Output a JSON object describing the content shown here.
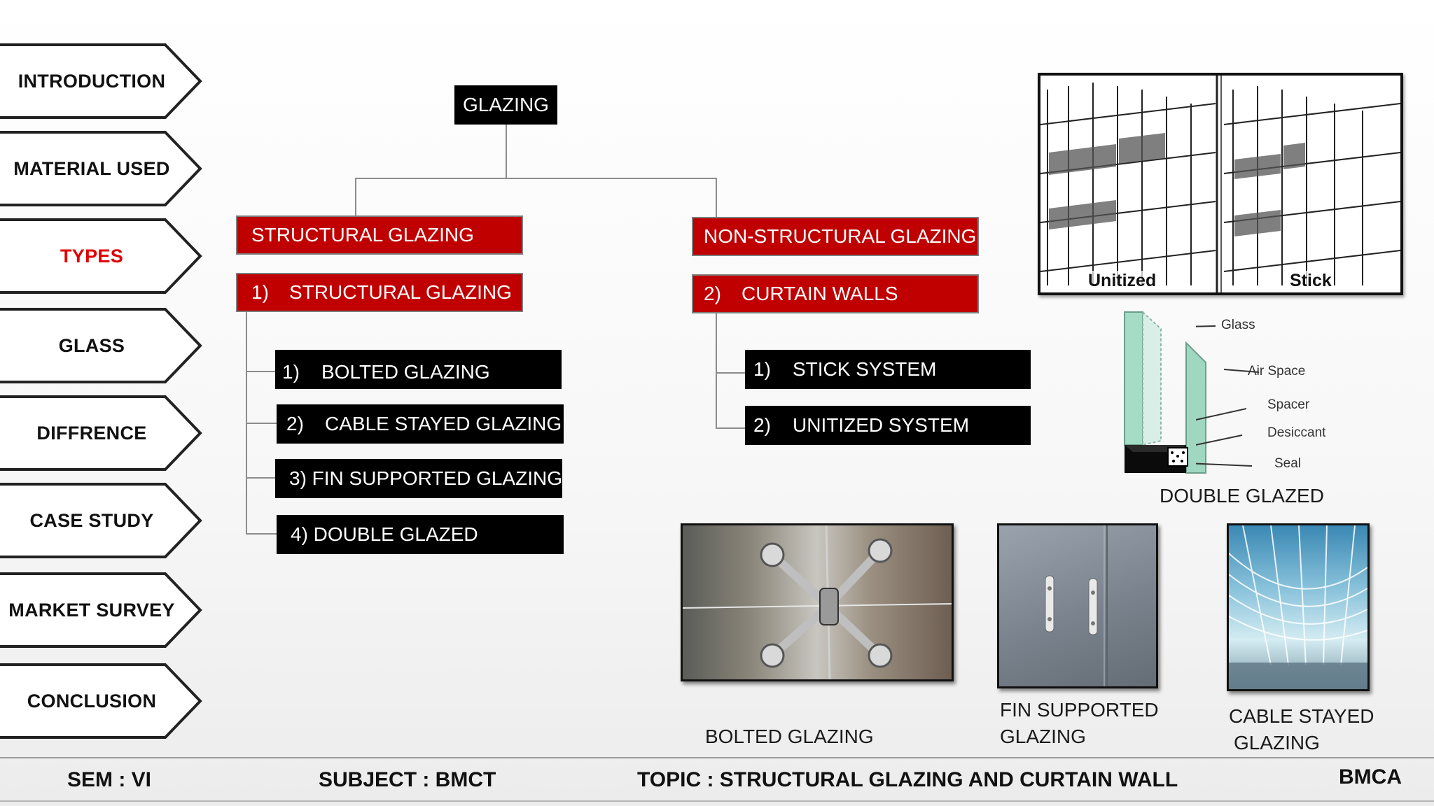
{
  "sidebar": {
    "items": [
      {
        "label": "INTRODUCTION",
        "active": false
      },
      {
        "label": "MATERIAL USED",
        "active": false
      },
      {
        "label": "TYPES",
        "active": true
      },
      {
        "label": "GLASS",
        "active": false
      },
      {
        "label": "DIFFRENCE",
        "active": false
      },
      {
        "label": "CASE STUDY",
        "active": false
      },
      {
        "label": "MARKET SURVEY",
        "active": false
      },
      {
        "label": "CONCLUSION",
        "active": false
      }
    ],
    "active_color": "#e00000"
  },
  "tree": {
    "root": "GLAZING",
    "structural": {
      "heading": "STRUCTURAL GLAZING",
      "sub": {
        "num": "1)",
        "label": "STRUCTURAL GLAZING"
      },
      "children": [
        {
          "num": "1)",
          "label": "BOLTED GLAZING"
        },
        {
          "num": "2)",
          "label": "CABLE STAYED GLAZING"
        },
        {
          "num": "3)",
          "label": "FIN SUPPORTED GLAZING"
        },
        {
          "label": "4) DOUBLE GLAZED"
        }
      ]
    },
    "non_structural": {
      "heading": "NON-STRUCTURAL GLAZING",
      "sub": {
        "num": "2)",
        "label": "CURTAIN WALLS"
      },
      "children": [
        {
          "num": "1)",
          "label": "STICK SYSTEM"
        },
        {
          "num": "2)",
          "label": "UNITIZED SYSTEM"
        }
      ]
    }
  },
  "curtain_wall_figure": {
    "left_label": "Unitized",
    "right_label": "Stick"
  },
  "double_glazed_figure": {
    "labels": [
      "Glass",
      "Air Space",
      "Spacer",
      "Desiccant",
      "Seal"
    ],
    "caption": "DOUBLE GLAZED"
  },
  "photos": {
    "bolted": "BOLTED GLAZING",
    "fin_line1": "FIN SUPPORTED",
    "fin_line2": "GLAZING",
    "cable_line1": "CABLE STAYED",
    "cable_line2": "GLAZING"
  },
  "footer": {
    "sem": "SEM : VI",
    "subject": "SUBJECT : BMCT",
    "topic": "TOPIC : STRUCTURAL GLAZING AND CURTAIN WALL",
    "org": "BMCA"
  },
  "colors": {
    "red": "#c00000",
    "black": "#000000",
    "line": "#8c8c8c"
  }
}
